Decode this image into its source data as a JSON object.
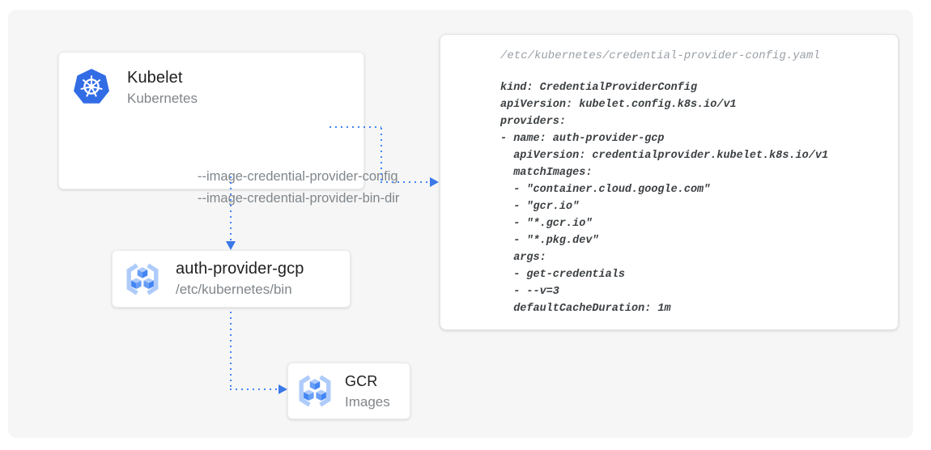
{
  "colors": {
    "panel_bg": "#f6f6f6",
    "card_bg": "#ffffff",
    "connector_blue": "#4285f4",
    "arrowhead_blue": "#3b78e8",
    "kubernetes_blue": "#326ce5",
    "gcr_icon_light_blue": "#aecbfa",
    "title_text": "#212121",
    "muted_text": "#80868b",
    "code_text": "#3c4043",
    "filename_text": "#9aa0a6"
  },
  "nodes": {
    "kubelet": {
      "title": "Kubelet",
      "subtitle": "Kubernetes",
      "icon": "kubernetes-icon",
      "flags": [
        "--image-credential-provider-config",
        "--image-credential-provider-bin-dir"
      ]
    },
    "auth_provider": {
      "title": "auth-provider-gcp",
      "subtitle": "/etc/kubernetes/bin",
      "icon": "gcr-icon"
    },
    "gcr": {
      "title": "GCR",
      "subtitle": "Images",
      "icon": "gcr-icon"
    }
  },
  "config_panel": {
    "filename": "/etc/kubernetes/credential-provider-config.yaml",
    "yaml_lines": [
      "kind: CredentialProviderConfig",
      "apiVersion: kubelet.config.k8s.io/v1",
      "providers:",
      "- name: auth-provider-gcp",
      "  apiVersion: credentialprovider.kubelet.k8s.io/v1",
      "  matchImages:",
      "  - \"container.cloud.google.com\"",
      "  - \"gcr.io\"",
      "  - \"*.gcr.io\"",
      "  - \"*.pkg.dev\"",
      "  args:",
      "  - get-credentials",
      "  - --v=3",
      "  defaultCacheDuration: 1m"
    ]
  },
  "edges": [
    {
      "from": "kubelet --image-credential-provider-config flag",
      "to": "credential-provider-config.yaml panel",
      "style": "dotted-arrow"
    },
    {
      "from": "kubelet",
      "to": "auth-provider-gcp",
      "style": "dotted-arrow"
    },
    {
      "from": "auth-provider-gcp",
      "to": "GCR",
      "style": "dotted-arrow"
    }
  ]
}
